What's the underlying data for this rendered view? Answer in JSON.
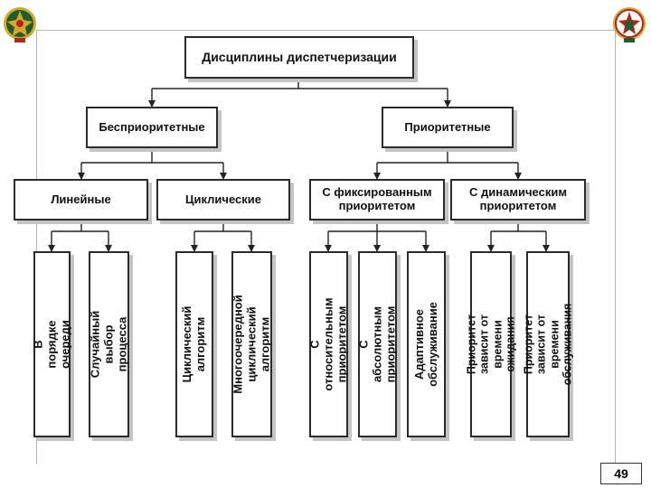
{
  "diagram": {
    "root": "Дисциплины диспетчеризации",
    "level1": [
      "Бесприоритетные",
      "Приоритетные"
    ],
    "level2": [
      "Линейные",
      "Циклические",
      "С фиксированным\nприоритетом",
      "С динамическим\nприоритетом"
    ],
    "leaves": [
      "В порядке\nочереди",
      "Случайный выбор\nпроцесса",
      "Циклический\nалгоритм",
      "Многоочередной\nциклический алгоритм",
      "С относительным\nприоритетом",
      "С абсолютным\nприоритетом",
      "Адаптивное\nобслуживание",
      "Приоритет зависит от\nвремени ожидания",
      "Приоритет зависит от\nвремени обслуживания"
    ]
  },
  "page_number": "49",
  "colors": {
    "border": "#2b2b2b",
    "shadow": "#c4c4c4",
    "frame": "#b5b5b5",
    "emblem_green": "#1f5c2e",
    "emblem_gold": "#d4a92a",
    "emblem_red": "#b3261e"
  }
}
